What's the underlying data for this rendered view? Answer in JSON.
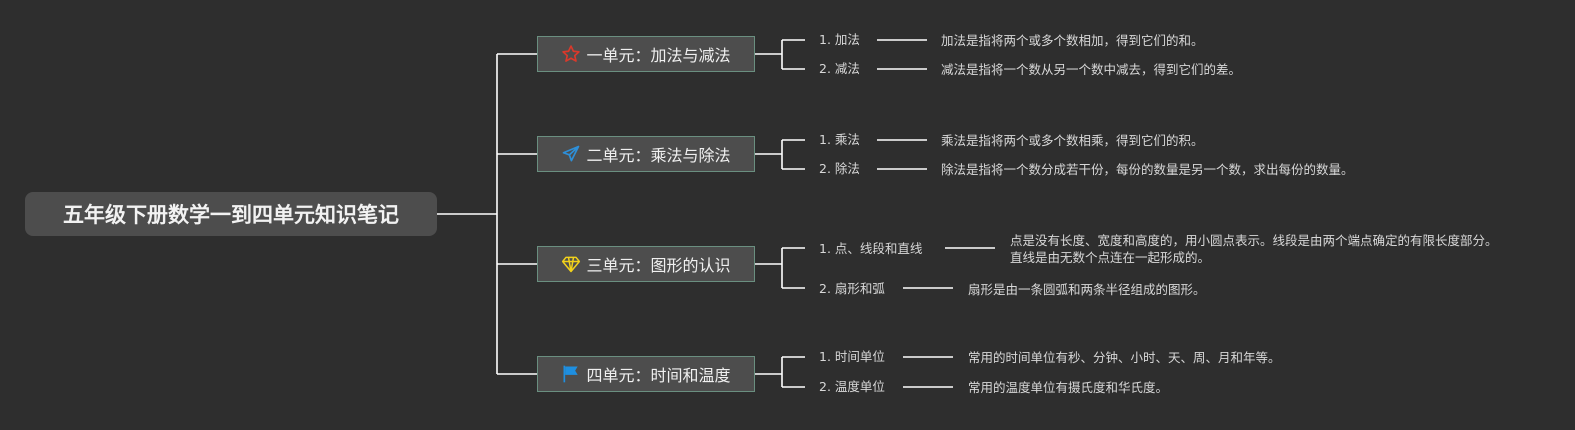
{
  "root": {
    "title": "五年级下册数学一到四单元知识笔记"
  },
  "units": [
    {
      "title": "一单元：加法与减法",
      "icon": "star-icon",
      "icon_color": "#d9392b",
      "topics": [
        {
          "label": "1. 加法",
          "desc": "加法是指将两个或多个数相加，得到它们的和。"
        },
        {
          "label": "2. 减法",
          "desc": "减法是指将一个数从另一个数中减去，得到它们的差。"
        }
      ]
    },
    {
      "title": "二单元：乘法与除法",
      "icon": "paper-plane-icon",
      "icon_color": "#2e8fd8",
      "topics": [
        {
          "label": "1. 乘法",
          "desc": "乘法是指将两个或多个数相乘，得到它们的积。"
        },
        {
          "label": "2. 除法",
          "desc": "除法是指将一个数分成若干份，每份的数量是另一个数，求出每份的数量。"
        }
      ]
    },
    {
      "title": "三单元：图形的认识",
      "icon": "diamond-icon",
      "icon_color": "#f2d21b",
      "topics": [
        {
          "label": "1. 点、线段和直线",
          "desc": "点是没有长度、宽度和高度的，用小圆点表示。线段是由两个端点确定的有限长度部分。直线是由无数个点连在一起形成的。"
        },
        {
          "label": "2. 扇形和弧",
          "desc": "扇形是由一条圆弧和两条半径组成的图形。"
        }
      ]
    },
    {
      "title": "四单元：时间和温度",
      "icon": "flag-icon",
      "icon_color": "#1e8fe0",
      "topics": [
        {
          "label": "1. 时间单位",
          "desc": "常用的时间单位有秒、分钟、小时、天、周、月和年等。"
        },
        {
          "label": "2. 温度单位",
          "desc": "常用的温度单位有摄氏度和华氏度。"
        }
      ]
    }
  ],
  "colors": {
    "background": "#2e2e2e",
    "node_fill": "#4d4d4d",
    "node_border": "#6a8f80",
    "connector": "#ffffff"
  }
}
